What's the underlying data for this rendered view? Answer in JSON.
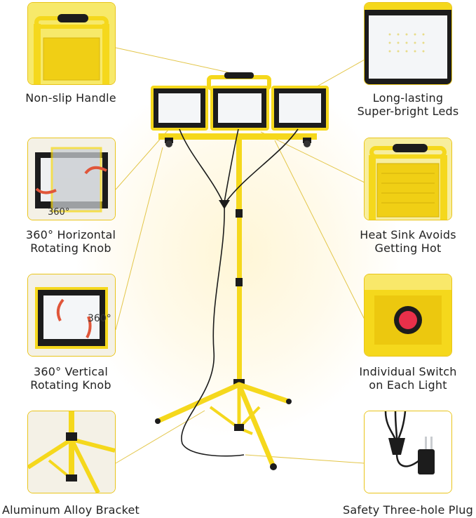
{
  "colors": {
    "accent_yellow": "#f5d81c",
    "frame_black": "#1c1c1c",
    "led_white": "#f4f6f8",
    "switch_red": "#e8304a",
    "callout_line": "#e3c64a"
  },
  "features": {
    "handle": {
      "label": "Non-slip Handle"
    },
    "leds": {
      "line1": "Long-lasting",
      "line2": "Super-bright Leds"
    },
    "horizontal": {
      "line1": "360° Horizontal",
      "line2": "Rotating Knob",
      "badge": "360°"
    },
    "heatsink": {
      "line1": "Heat Sink Avoids",
      "line2": "Getting Hot"
    },
    "vertical": {
      "line1": "360° Vertical",
      "line2": "Rotating Knob",
      "badge": "360°"
    },
    "switch": {
      "line1": "Individual Switch",
      "line2": "on Each Light"
    },
    "bracket": {
      "label": "Aluminum Alloy Bracket"
    },
    "plug": {
      "label": "Safety Three-hole Plug"
    }
  }
}
